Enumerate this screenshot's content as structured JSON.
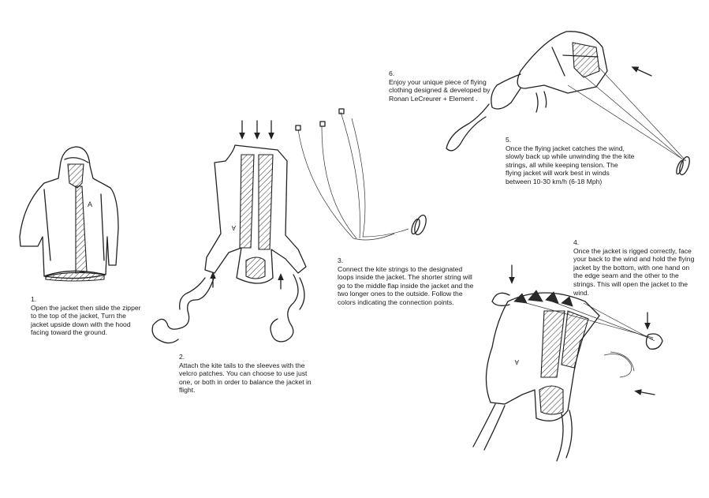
{
  "steps": [
    {
      "num": "1.",
      "text": "Open the jacket then slide the zipper to the top of the jacket, Turn the jacket upside down with the hood facing toward the ground."
    },
    {
      "num": "2.",
      "text": "Attach the kite tails to the sleeves with the velcro patches. You can choose to use just one, or both in order to balance the jacket in flight."
    },
    {
      "num": "3.",
      "text": "Connect the kite strings to the designated loops inside the jacket. The shorter string will go to the middle flap inside the jacket and the two longer ones to the outside. Follow the colors indicating the connection points."
    },
    {
      "num": "4.",
      "text": "Once the jacket is rigged correctly, face your back to the wind and hold the flying jacket by the bottom, with one hand on the edge seam and the other to the strings. This will open the jacket to the wind."
    },
    {
      "num": "5.",
      "text": "Once the flying jacket catches the wind, slowly back up while unwinding the the kite strings, all while keeping tension. The flying jacket will work best in winds between 10-30 km/h (6-18 Mph)"
    },
    {
      "num": "6.",
      "text": "Enjoy your unique piece of flying clothing designed & developed by Ronan LeCreurer + Element ."
    }
  ],
  "labels": {
    "panel_letter": "A"
  },
  "colors": {
    "ink": "#222222",
    "background": "#ffffff"
  }
}
